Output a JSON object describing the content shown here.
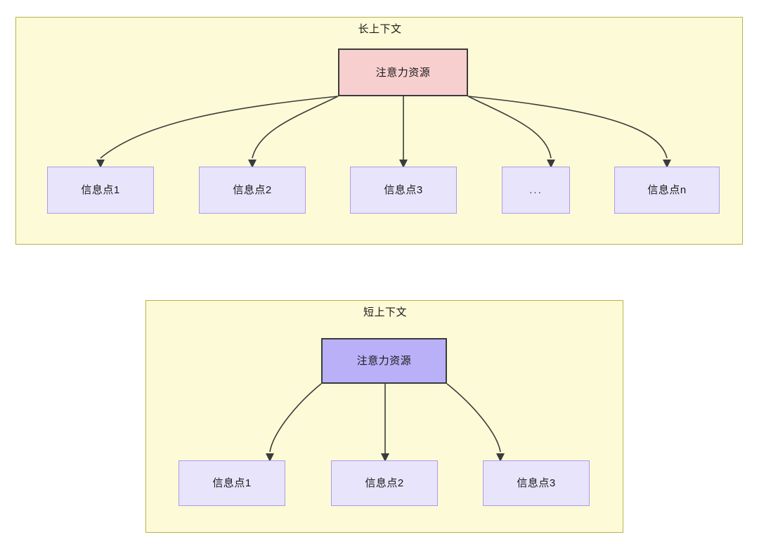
{
  "diagram": {
    "type": "flow",
    "panels": [
      {
        "id": "long-context",
        "title": "长上下文",
        "root": {
          "label": "注意力资源",
          "fill": "#f8cfcf",
          "stroke": "#3b3b3b"
        },
        "children": [
          {
            "label": "信息点1"
          },
          {
            "label": "信息点2"
          },
          {
            "label": "信息点3"
          },
          {
            "label": "..."
          },
          {
            "label": "信息点n"
          }
        ],
        "panel_fill": "#fdfbd7",
        "panel_stroke": "#b8b349",
        "child_fill": "#e7e4fb",
        "child_stroke": "#b09ae8"
      },
      {
        "id": "short-context",
        "title": "短上下文",
        "root": {
          "label": "注意力资源",
          "fill": "#b9b0f7",
          "stroke": "#3b3b3b"
        },
        "children": [
          {
            "label": "信息点1"
          },
          {
            "label": "信息点2"
          },
          {
            "label": "信息点3"
          }
        ],
        "panel_fill": "#fdfbd7",
        "panel_stroke": "#b8b349",
        "child_fill": "#e7e4fb",
        "child_stroke": "#b09ae8"
      }
    ]
  }
}
